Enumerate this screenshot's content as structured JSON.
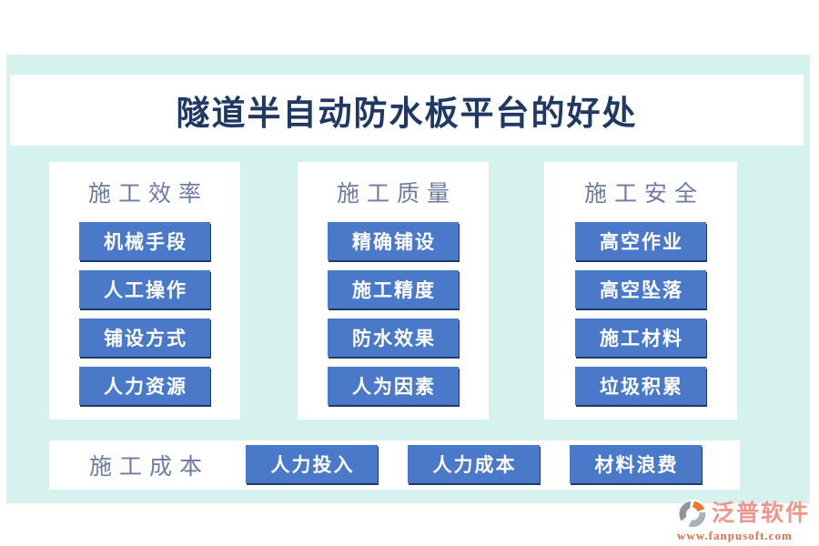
{
  "title": "隧道半自动防水板平台的好处",
  "columns": [
    {
      "header": "施工效率",
      "items": [
        "机械手段",
        "人工操作",
        "铺设方式",
        "人力资源"
      ]
    },
    {
      "header": "施工质量",
      "items": [
        "精确铺设",
        "施工精度",
        "防水效果",
        "人为因素"
      ]
    },
    {
      "header": "施工安全",
      "items": [
        "高空作业",
        "高空坠落",
        "施工材料",
        "垃圾积累"
      ]
    }
  ],
  "bottom_row": {
    "header": "施工成本",
    "items": [
      "人力投入",
      "人力成本",
      "材料浪费"
    ]
  },
  "logo": {
    "brand": "泛普软件",
    "website": "www.fanpusoft.com",
    "icon": "fanpu-circle-logo"
  },
  "colors": {
    "mint_background": "#d5f2ee",
    "title_navy": "#1f3864",
    "header_slate": "#6b7ba1",
    "button_blue": "#4979c8",
    "button_shadow_navy": "#1c3a66",
    "logo_coral": "#ef958b",
    "logo_url_orange": "#e06f48"
  }
}
